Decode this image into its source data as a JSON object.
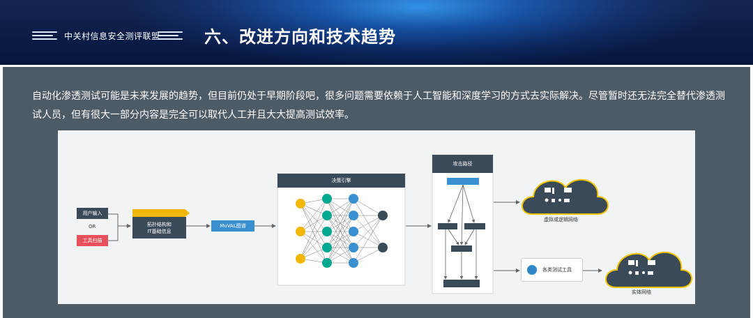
{
  "header": {
    "org_name": "中关村信息安全测评联盟",
    "slide_title": "六、改进方向和技术趋势"
  },
  "body": {
    "intro": "自动化渗透测试可能是未来发展的趋势，但目前仍处于早期阶段吧，很多问题需要依赖于人工智能和深度学习的方式去实际解决。尽管暂时还无法完全替代渗透测试人员，但有很大一部分内容是完全可以取代人工并且大大提高测试效率。"
  },
  "diagram": {
    "input_user": "用户输入",
    "input_or": "OR",
    "input_tool": "工具扫描",
    "topology": "拓扑结构和\nIT基础信息",
    "muval": "MuVAL图谱",
    "decision_engine": "决策引擎",
    "attack_path": "攻击路径",
    "test_tools": "各类测试工具",
    "virtual_network": "虚拟或逻辑网络",
    "physical_network": "实体网络",
    "colors": {
      "dark": "#3b4a58",
      "blue": "#3a8fd0",
      "red": "#e8505b",
      "yellow": "#f2b705",
      "teal": "#00a88f",
      "network_blue": "#2e86c8"
    }
  }
}
